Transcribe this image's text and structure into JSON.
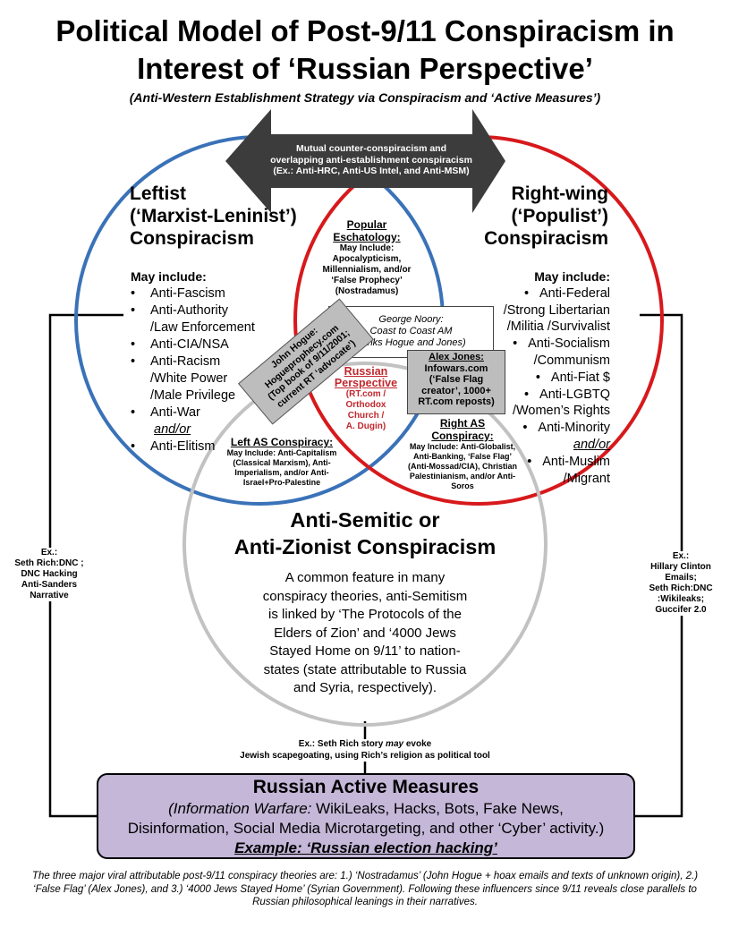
{
  "title": "Political Model of Post-9/11 Conspiracism in Interest of ‘Russian Perspective’",
  "subtitle": "(Anti-Western Establishment Strategy via Conspiracism and ‘Active Measures’)",
  "arrow": {
    "lines": [
      "Mutual counter-conspiracism and",
      "overlapping anti-establishment conspiracism",
      "(Ex.: Anti-HRC, Anti-US Intel, and Anti-MSM)"
    ]
  },
  "left": {
    "heading": [
      "Leftist",
      "(‘Marxist-Leninist’)",
      "Conspiracism"
    ],
    "may_include": "May include:",
    "items": [
      {
        "text": "Anti-Fascism",
        "bullet": true
      },
      {
        "text": "Anti-Authority",
        "bullet": true
      },
      {
        "text": "/Law Enforcement",
        "bullet": false
      },
      {
        "text": "Anti-CIA/NSA",
        "bullet": true
      },
      {
        "text": "Anti-Racism",
        "bullet": true
      },
      {
        "text": "/White Power",
        "bullet": false
      },
      {
        "text": "/Male Privilege",
        "bullet": false
      },
      {
        "text": "Anti-War",
        "bullet": true
      },
      {
        "text": "and/or",
        "bullet": false,
        "style": "andor"
      },
      {
        "text": "Anti-Elitism",
        "bullet": true
      }
    ]
  },
  "right": {
    "heading": [
      "Right-wing",
      "(‘Populist’)",
      "Conspiracism"
    ],
    "may_include": "May include:",
    "items": [
      {
        "text": "Anti-Federal",
        "bullet": true
      },
      {
        "text": "/Strong Libertarian",
        "bullet": false
      },
      {
        "text": "/Militia  /Survivalist",
        "bullet": false
      },
      {
        "text": "Anti-Socialism",
        "bullet": true
      },
      {
        "text": "/Communism",
        "bullet": false
      },
      {
        "text": "Anti-Fiat $",
        "bullet": true
      },
      {
        "text": "Anti-LGBTQ",
        "bullet": true
      },
      {
        "text": "/Women’s Rights",
        "bullet": false
      },
      {
        "text": "Anti-Minority",
        "bullet": true
      },
      {
        "text": "and/or",
        "bullet": false,
        "style": "andor"
      },
      {
        "text": "Anti-Muslim",
        "bullet": true
      },
      {
        "text": "/Migrant",
        "bullet": false
      }
    ]
  },
  "eschatology": {
    "heading": [
      "Popular",
      "Eschatology:"
    ],
    "body": [
      "May Include:",
      "Apocalypticism,",
      "Millennialism, and/or",
      "‘False Prophecy’",
      "(Nostradamus)"
    ]
  },
  "noory": {
    "lines": [
      "George Noory:",
      "Coast to Coast AM",
      "(Links Hogue and Jones)"
    ]
  },
  "hogue": {
    "lines": [
      "John Hogue:",
      "Hogueprophecy.com",
      "(Top book of 9/11/2001;",
      "current RT ‘advocate’)"
    ]
  },
  "jones": {
    "lines": [
      "Alex Jones:",
      "Infowars.com",
      "(‘False Flag",
      "creator’, 1000+",
      "RT.com reposts)"
    ]
  },
  "russian_perspective": {
    "heading": [
      "Russian",
      "Perspective"
    ],
    "body": [
      "(RT.com /",
      "Orthodox",
      "Church /",
      "A. Dugin)"
    ]
  },
  "right_as": {
    "heading": [
      "Right AS",
      "Conspiracy:"
    ],
    "body": [
      "May Include: Anti-Globalist,",
      "Anti-Banking, ‘False Flag’",
      "(Anti-Mossad/CIA), Christian",
      "Palestinianism, and/or Anti-",
      "Soros"
    ]
  },
  "left_as": {
    "heading": [
      "Left AS Conspiracy:"
    ],
    "body": [
      "May Include: Anti-Capitalism",
      "(Classical Marxism), Anti-",
      "Imperialism, and/or Anti-",
      "Israel+Pro-Palestine"
    ]
  },
  "semitic": {
    "heading": [
      "Anti-Semitic or",
      "Anti-Zionist Conspiracism"
    ],
    "body": [
      "A common feature in many",
      "conspiracy theories, anti-Semitism",
      "is linked by ‘The Protocols of the",
      "Elders of Zion’ and ‘4000 Jews",
      "Stayed Home on 9/11’ to nation-",
      "states (state attributable to Russia",
      "and Syria, respectively)."
    ]
  },
  "ex_left": {
    "lines": [
      "Ex.:",
      "Seth Rich:DNC ;",
      "DNC Hacking",
      "Anti-Sanders",
      "Narrative"
    ]
  },
  "ex_right": {
    "lines": [
      "Ex.:",
      "Hillary Clinton",
      "Emails;",
      "Seth Rich:DNC",
      ":Wikileaks;",
      "Guccifer 2.0"
    ]
  },
  "ex_bottom": {
    "line1_pre": "Ex.: Seth Rich story ",
    "line1_em": "may",
    "line1_post": " evoke",
    "line2": "Jewish scapegoating, using Rich’s religion as political tool"
  },
  "active_measures": {
    "title": "Russian Active Measures",
    "line1_em": "(Information Warfare:",
    "line1_rest": " WikiLeaks, Hacks, Bots, Fake News,",
    "line2": "Disinformation, Social Media Microtargeting, and other ‘Cyber’ activity.)",
    "example": "Example: ‘Russian election hacking’"
  },
  "footer": "The three major viral attributable post-9/11 conspiracy theories are: 1.) ‘Nostradamus’ (John Hogue + hoax emails and texts of unknown origin), 2.) ‘False Flag’ (Alex Jones), and 3.) ‘4000 Jews Stayed Home’ (Syrian Government). Following these influencers since 9/11 reveals close parallels to Russian philosophical leanings in their narratives.",
  "colors": {
    "left_circle": "#3a72b8",
    "right_circle": "#d7191c",
    "bottom_circle": "#c2c2c2",
    "arrow": "#3c3c3c",
    "active_box": "#c4b7d8",
    "russian_text": "#c1272d"
  }
}
